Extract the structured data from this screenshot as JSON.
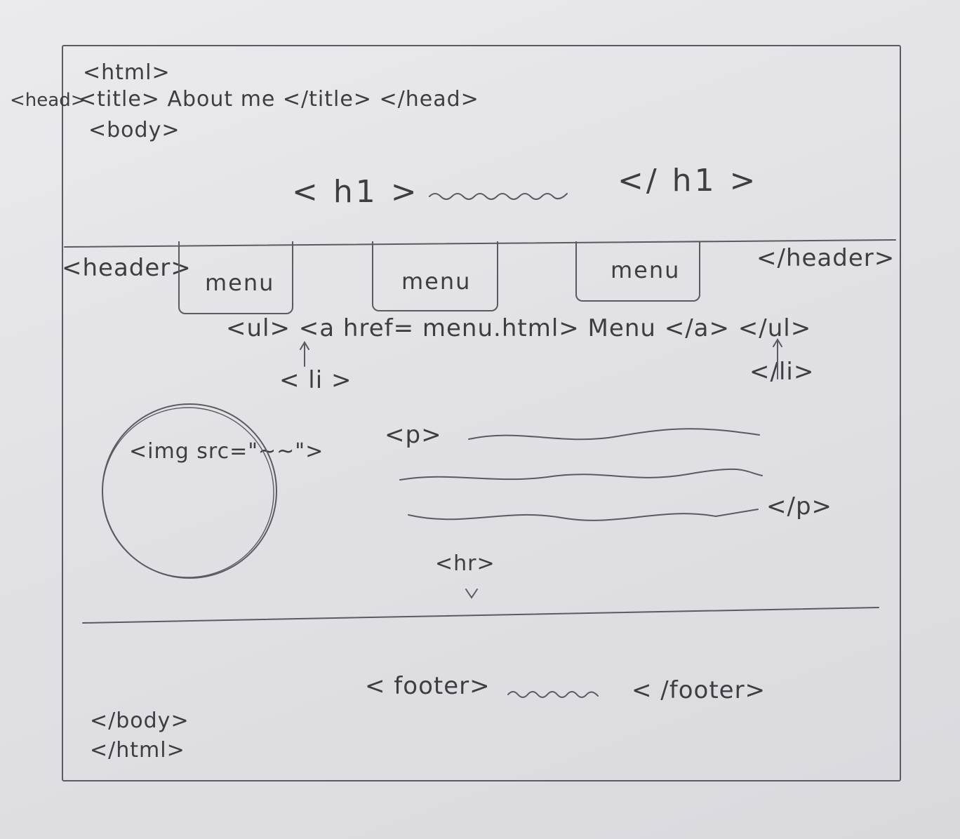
{
  "head": {
    "html_open": "<html>",
    "head_open": "<head>",
    "title_tag": "<title> About me </title> </head>",
    "body_open": "<body>"
  },
  "h1": {
    "open": "< h1 >",
    "close": "</ h1 >"
  },
  "header": {
    "open": "<header>",
    "close": "</header>",
    "menus": [
      "menu",
      "menu",
      "menu"
    ]
  },
  "nav": {
    "ul_line": "<ul> <a href= menu.html> Menu </a> </ul>",
    "li_left": "< li >",
    "li_right": "</li>"
  },
  "content": {
    "img_tag": "<img src=\"~~\">",
    "p_open": "<p>",
    "p_close": "</p>",
    "hr_tag": "<hr>"
  },
  "footer": {
    "open": "< footer>",
    "close": "< /footer>"
  },
  "closing": {
    "body_close": "</body>",
    "html_close": "</html>"
  }
}
